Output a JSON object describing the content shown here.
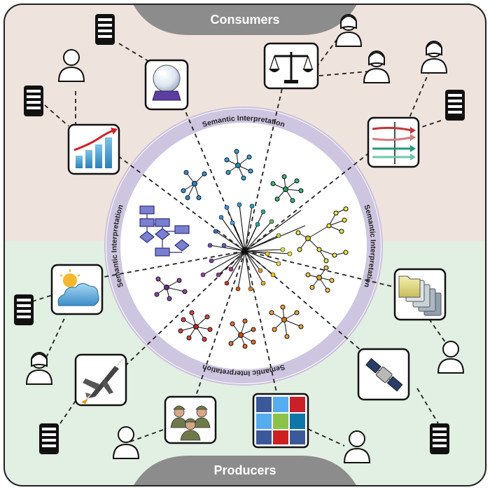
{
  "top_label": "Consumers",
  "bottom_label": "Producers",
  "ring_label_top": "Semantic Interpretation",
  "ring_label_right": "Semantic Interpretation",
  "ring_label_bottom": "Semantic Interpretation",
  "ring_label_left": "Semantic Interpretation",
  "colors": {
    "consumer_bg": "#efe3dd",
    "producer_bg": "#e2efe3",
    "tab": "#8c8c8c",
    "ring": "#c9c0dc",
    "frame": "#222222"
  },
  "icons": [
    "crystal-ball-icon",
    "scales-icon",
    "growth-chart-icon",
    "flow-arrows-icon",
    "weather-cloud-icon",
    "folders-icon",
    "jet-fighter-icon",
    "satellite-icon",
    "soldiers-icon",
    "social-media-icon",
    "server-icon",
    "person-icon"
  ]
}
